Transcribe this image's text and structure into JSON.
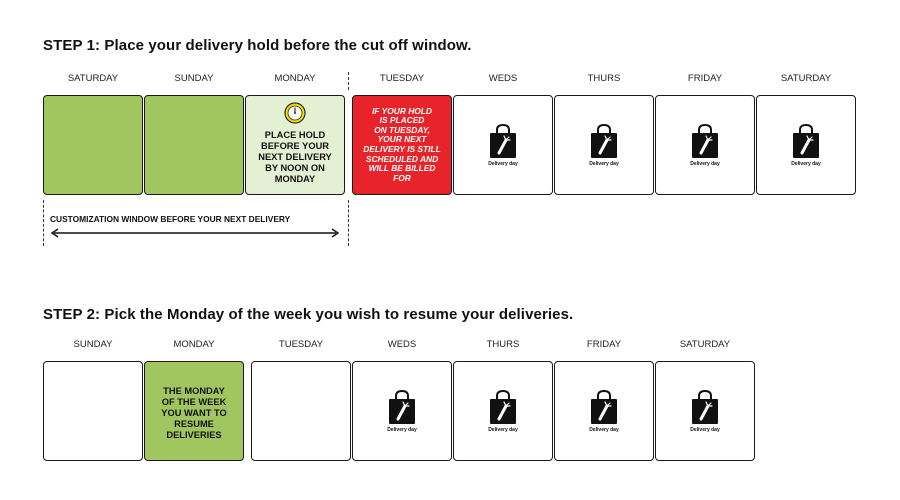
{
  "step1": {
    "title": "STEP 1: Place your delivery hold before the cut off window.",
    "days": [
      "SATURDAY",
      "SUNDAY",
      "MONDAY",
      "TUESDAY",
      "WEDS",
      "THURS",
      "FRIDAY",
      "SATURDAY"
    ],
    "monday_note": [
      "PLACE HOLD",
      "BEFORE YOUR",
      "NEXT DELIVERY",
      "BY NOON ON",
      "MONDAY"
    ],
    "tuesday_note": [
      "IF YOUR HOLD",
      "IS PLACED",
      "ON TUESDAY,",
      "YOUR NEXT",
      "DELIVERY IS STILL",
      "SCHEDULED AND",
      "WILL BE BILLED FOR"
    ],
    "delivery_label": "Delivery day",
    "window_label": "CUSTOMIZATION WINDOW BEFORE YOUR NEXT DELIVERY"
  },
  "step2": {
    "title": "STEP 2: Pick the Monday of the week you wish to resume your deliveries.",
    "days": [
      "SUNDAY",
      "MONDAY",
      "TUESDAY",
      "WEDS",
      "THURS",
      "FRIDAY",
      "SATURDAY"
    ],
    "monday_note": [
      "THE MONDAY",
      "OF THE WEEK",
      "YOU WANT TO",
      "RESUME",
      "DELIVERIES"
    ],
    "delivery_label": "Delivery day"
  },
  "colors": {
    "green": "#a1c660",
    "light_green": "#e4f0d3",
    "red": "#e8242b",
    "clock_yellow": "#f3df00"
  },
  "icons": {
    "bag": "delivery-bag-icon",
    "clock": "clock-icon"
  }
}
